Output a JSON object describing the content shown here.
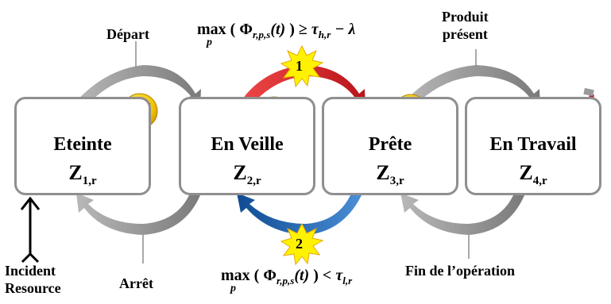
{
  "states": [
    {
      "name": "Eteinte",
      "zone": "Z",
      "zone_sub": "1,r"
    },
    {
      "name": "En Veille",
      "zone": "Z",
      "zone_sub": "2,r"
    },
    {
      "name": "Prête",
      "zone": "Z",
      "zone_sub": "3,r"
    },
    {
      "name": "En Travail",
      "zone": "Z",
      "zone_sub": "4,r"
    }
  ],
  "transitions": {
    "depart": "Départ",
    "produit_line1": "Produit",
    "produit_line2": "présent",
    "arret": "Arrêt",
    "fin_operation": "Fin de l’opération",
    "incident_line1": "Incident",
    "incident_line2": "Resource"
  },
  "conditions": {
    "top": {
      "op": "max",
      "sub": "p",
      "lhs": "Φ",
      "lhs_sub": "r,p,s",
      "arg": "(t)",
      "rel": "≥",
      "rhs": "τ",
      "rhs_sub": "h,r",
      "minus": "− λ"
    },
    "bottom": {
      "op": "max",
      "sub": "p",
      "lhs": "Φ",
      "lhs_sub": "r,p,s",
      "arg": "(t)",
      "rel": "<",
      "rhs": "τ",
      "rhs_sub": "l,r"
    }
  },
  "badges": {
    "one": "1",
    "two": "2"
  },
  "colors": {
    "box_border": "#8f8f8f",
    "arrow_gray": "#8c8c8c",
    "arrow_red": "#d71920",
    "arrow_blue": "#1f5ea8",
    "star_fill": "#fff200"
  }
}
